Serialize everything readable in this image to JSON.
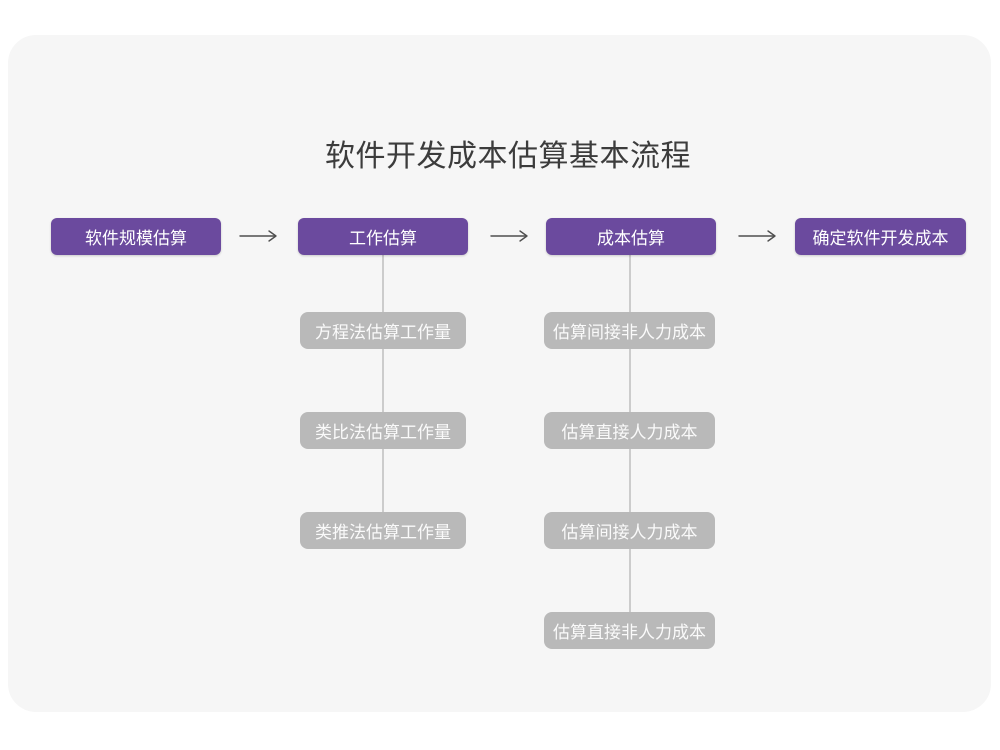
{
  "title": "软件开发成本估算基本流程",
  "flow": {
    "main_steps": [
      {
        "label": "软件规模估算"
      },
      {
        "label": "工作估算"
      },
      {
        "label": "成本估算"
      },
      {
        "label": "确定软件开发成本"
      }
    ],
    "work_estimation_methods": [
      {
        "label": "方程法估算工作量"
      },
      {
        "label": "类比法估算工作量"
      },
      {
        "label": "类推法估算工作量"
      }
    ],
    "cost_estimation_items": [
      {
        "label": "估算间接非人力成本"
      },
      {
        "label": "估算直接人力成本"
      },
      {
        "label": "估算间接人力成本"
      },
      {
        "label": "估算直接非人力成本"
      }
    ]
  },
  "colors": {
    "step_box": "#6b4a9e",
    "sub_box": "#b9b9b9",
    "canvas_background": "#f6f6f6",
    "connector_line": "#cccccc",
    "arrow": "#4f4f4f",
    "title_text": "#3c3c3c",
    "box_text": "#ffffff"
  }
}
